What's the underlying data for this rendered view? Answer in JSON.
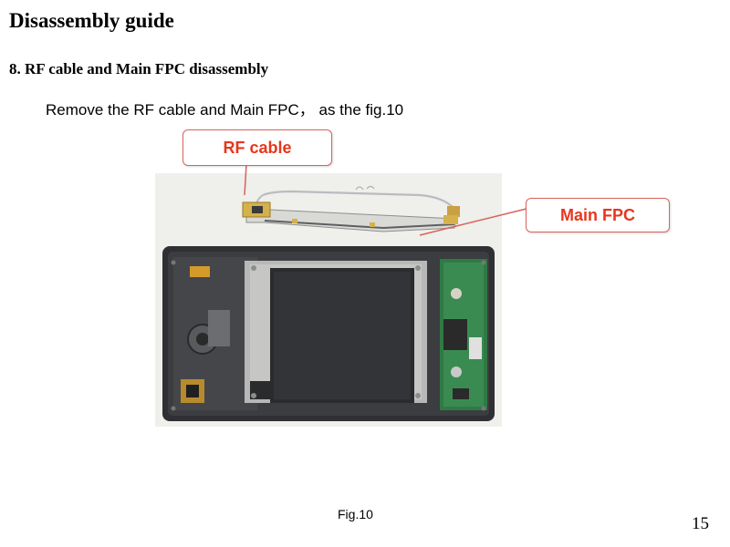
{
  "slide": {
    "title": "Disassembly guide",
    "section_heading": "8.  RF cable and Main FPC disassembly",
    "instruction": "Remove the RF cable and Main FPC， as the fig.10",
    "figure_caption": "Fig.10",
    "page_number": "15"
  },
  "callouts": {
    "rf_cable": "RF cable",
    "main_fpc": "Main FPC"
  },
  "colors": {
    "callout_text": "#e8361d",
    "callout_border": "#d9625a"
  }
}
